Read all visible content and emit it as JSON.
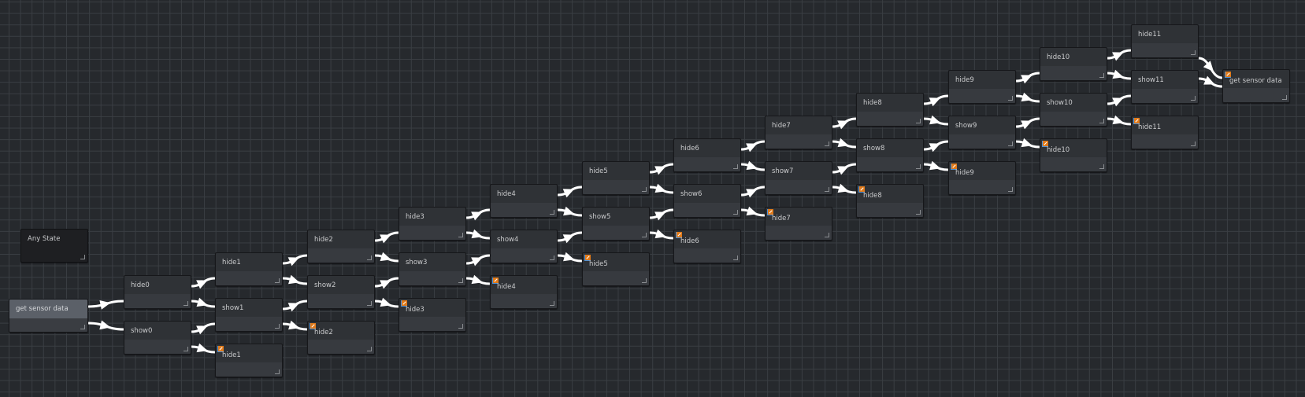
{
  "graph": {
    "any_state": {
      "label": "Any State"
    },
    "entry": {
      "label": "get sensor data"
    },
    "exit": {
      "label": "get sensor data",
      "is_reference": true
    },
    "columns": [
      {
        "hide": "hide0",
        "show": "show0",
        "ref": null
      },
      {
        "hide": "hide1",
        "show": "show1",
        "ref": "hide1"
      },
      {
        "hide": "hide2",
        "show": "show2",
        "ref": "hide2"
      },
      {
        "hide": "hide3",
        "show": "show3",
        "ref": "hide3"
      },
      {
        "hide": "hide4",
        "show": "show4",
        "ref": "hide4"
      },
      {
        "hide": "hide5",
        "show": "show5",
        "ref": "hide5"
      },
      {
        "hide": "hide6",
        "show": "show6",
        "ref": "hide6"
      },
      {
        "hide": "hide7",
        "show": "show7",
        "ref": "hide7"
      },
      {
        "hide": "hide8",
        "show": "show8",
        "ref": "hide8"
      },
      {
        "hide": "hide9",
        "show": "show9",
        "ref": "hide9"
      },
      {
        "hide": "hide10",
        "show": "show10",
        "ref": "hide10"
      },
      {
        "hide": "hide11",
        "show": "show11",
        "ref": "hide11"
      }
    ]
  },
  "colors": {
    "background": "#26292d",
    "grid": "#3a3e43",
    "edge": "#ffffff",
    "ref_icon": "#e07a1a"
  },
  "icons": {
    "reference": "reference-arrow-icon",
    "resize": "resize-corner-icon"
  }
}
